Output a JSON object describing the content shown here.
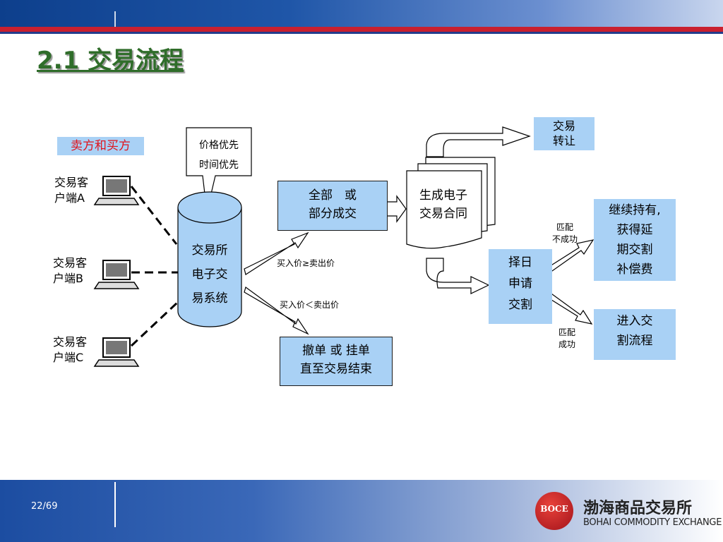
{
  "header": {
    "title": "2.1 交易流程"
  },
  "diagram": {
    "seller_buyer_label": "卖方和买方",
    "clients": [
      {
        "line1": "交易客",
        "line2": "户端A"
      },
      {
        "line1": "交易客",
        "line2": "户端B"
      },
      {
        "line1": "交易客",
        "line2": "户端C"
      }
    ],
    "callout": {
      "line1": "价格优先",
      "line2": "时间优先"
    },
    "system": {
      "line1": "交易所",
      "line2": "电子交",
      "line3": "易系统"
    },
    "full_partial": {
      "line1": "全部　或",
      "line2": "部分成交"
    },
    "cancel_hang": {
      "line1": "撤单 或 挂单",
      "line2": "直至交易结束"
    },
    "condition_up": "买入价≥卖出价",
    "condition_down": "买入价＜卖出价",
    "contract": {
      "line1": "生成电子",
      "line2": "交易合同"
    },
    "transfer": {
      "line1": "交易",
      "line2": "转让"
    },
    "choose_date": {
      "line1": "择日",
      "line2": "申请",
      "line3": "交割"
    },
    "match_fail": {
      "line1": "匹配",
      "line2": "不成功"
    },
    "match_ok": {
      "line1": "匹配",
      "line2": "成功"
    },
    "continue_hold": {
      "line1": "继续持有,",
      "line2": "获得延",
      "line3": "期交割",
      "line4": "补偿费"
    },
    "enter_delivery": {
      "line1": "进入交",
      "line2": "割流程"
    }
  },
  "footer": {
    "page": "22/69",
    "logo_mark": "BOCE",
    "org_cn": "渤海商品交易所",
    "org_en": "BOHAI COMMODITY EXCHANGE"
  }
}
